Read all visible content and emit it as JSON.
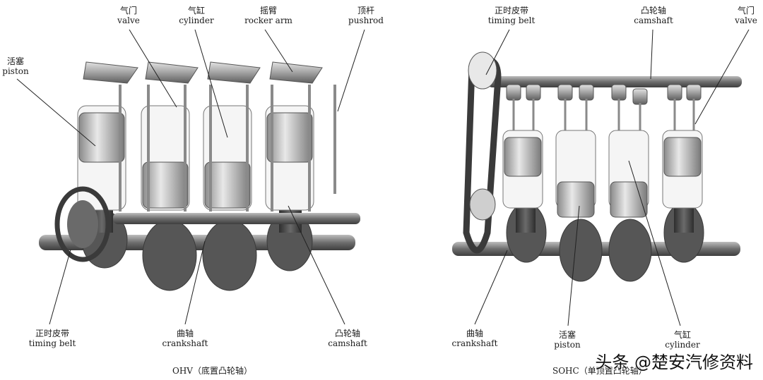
{
  "ohv": {
    "labels": {
      "valve": {
        "zh": "气门",
        "en": "valve"
      },
      "cylinder": {
        "zh": "气缸",
        "en": "cylinder"
      },
      "rocker_arm": {
        "zh": "摇臂",
        "en": "rocker arm"
      },
      "pushrod": {
        "zh": "顶杆",
        "en": "pushrod"
      },
      "piston": {
        "zh": "活塞",
        "en": "piston"
      },
      "timing_belt": {
        "zh": "正时皮带",
        "en": "timing belt"
      },
      "crankshaft": {
        "zh": "曲轴",
        "en": "crankshaft"
      },
      "camshaft": {
        "zh": "凸轮轴",
        "en": "camshaft"
      }
    },
    "caption": "OHV（底置凸轮轴）"
  },
  "sohc": {
    "labels": {
      "timing_belt": {
        "zh": "正时皮带",
        "en": "timing belt"
      },
      "camshaft": {
        "zh": "凸轮轴",
        "en": "camshaft"
      },
      "valve": {
        "zh": "气门",
        "en": "valve"
      },
      "crankshaft": {
        "zh": "曲轴",
        "en": "crankshaft"
      },
      "piston": {
        "zh": "活塞",
        "en": "piston"
      },
      "cylinder": {
        "zh": "气缸",
        "en": "cylinder"
      }
    },
    "caption": "SOHC（单顶置凸轮轴）"
  },
  "watermark": "头条 @楚安汽修资料",
  "colors": {
    "metal_dark": "#4a4a4a",
    "metal_mid": "#8e8e8e",
    "metal_light": "#d0d0d0",
    "glass": "#f4f4f4"
  }
}
